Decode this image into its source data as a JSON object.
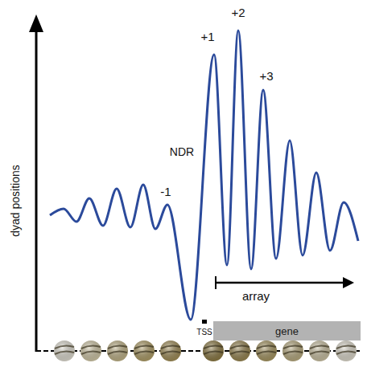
{
  "diagram": {
    "nodes": [
      {
        "text": [
          "gene"
        ]
      }
    ],
    "labels": [
      "dyad positions",
      "+1",
      "+2",
      "+3",
      "-1",
      "NDR",
      "array",
      "TSS"
    ]
  }
}
